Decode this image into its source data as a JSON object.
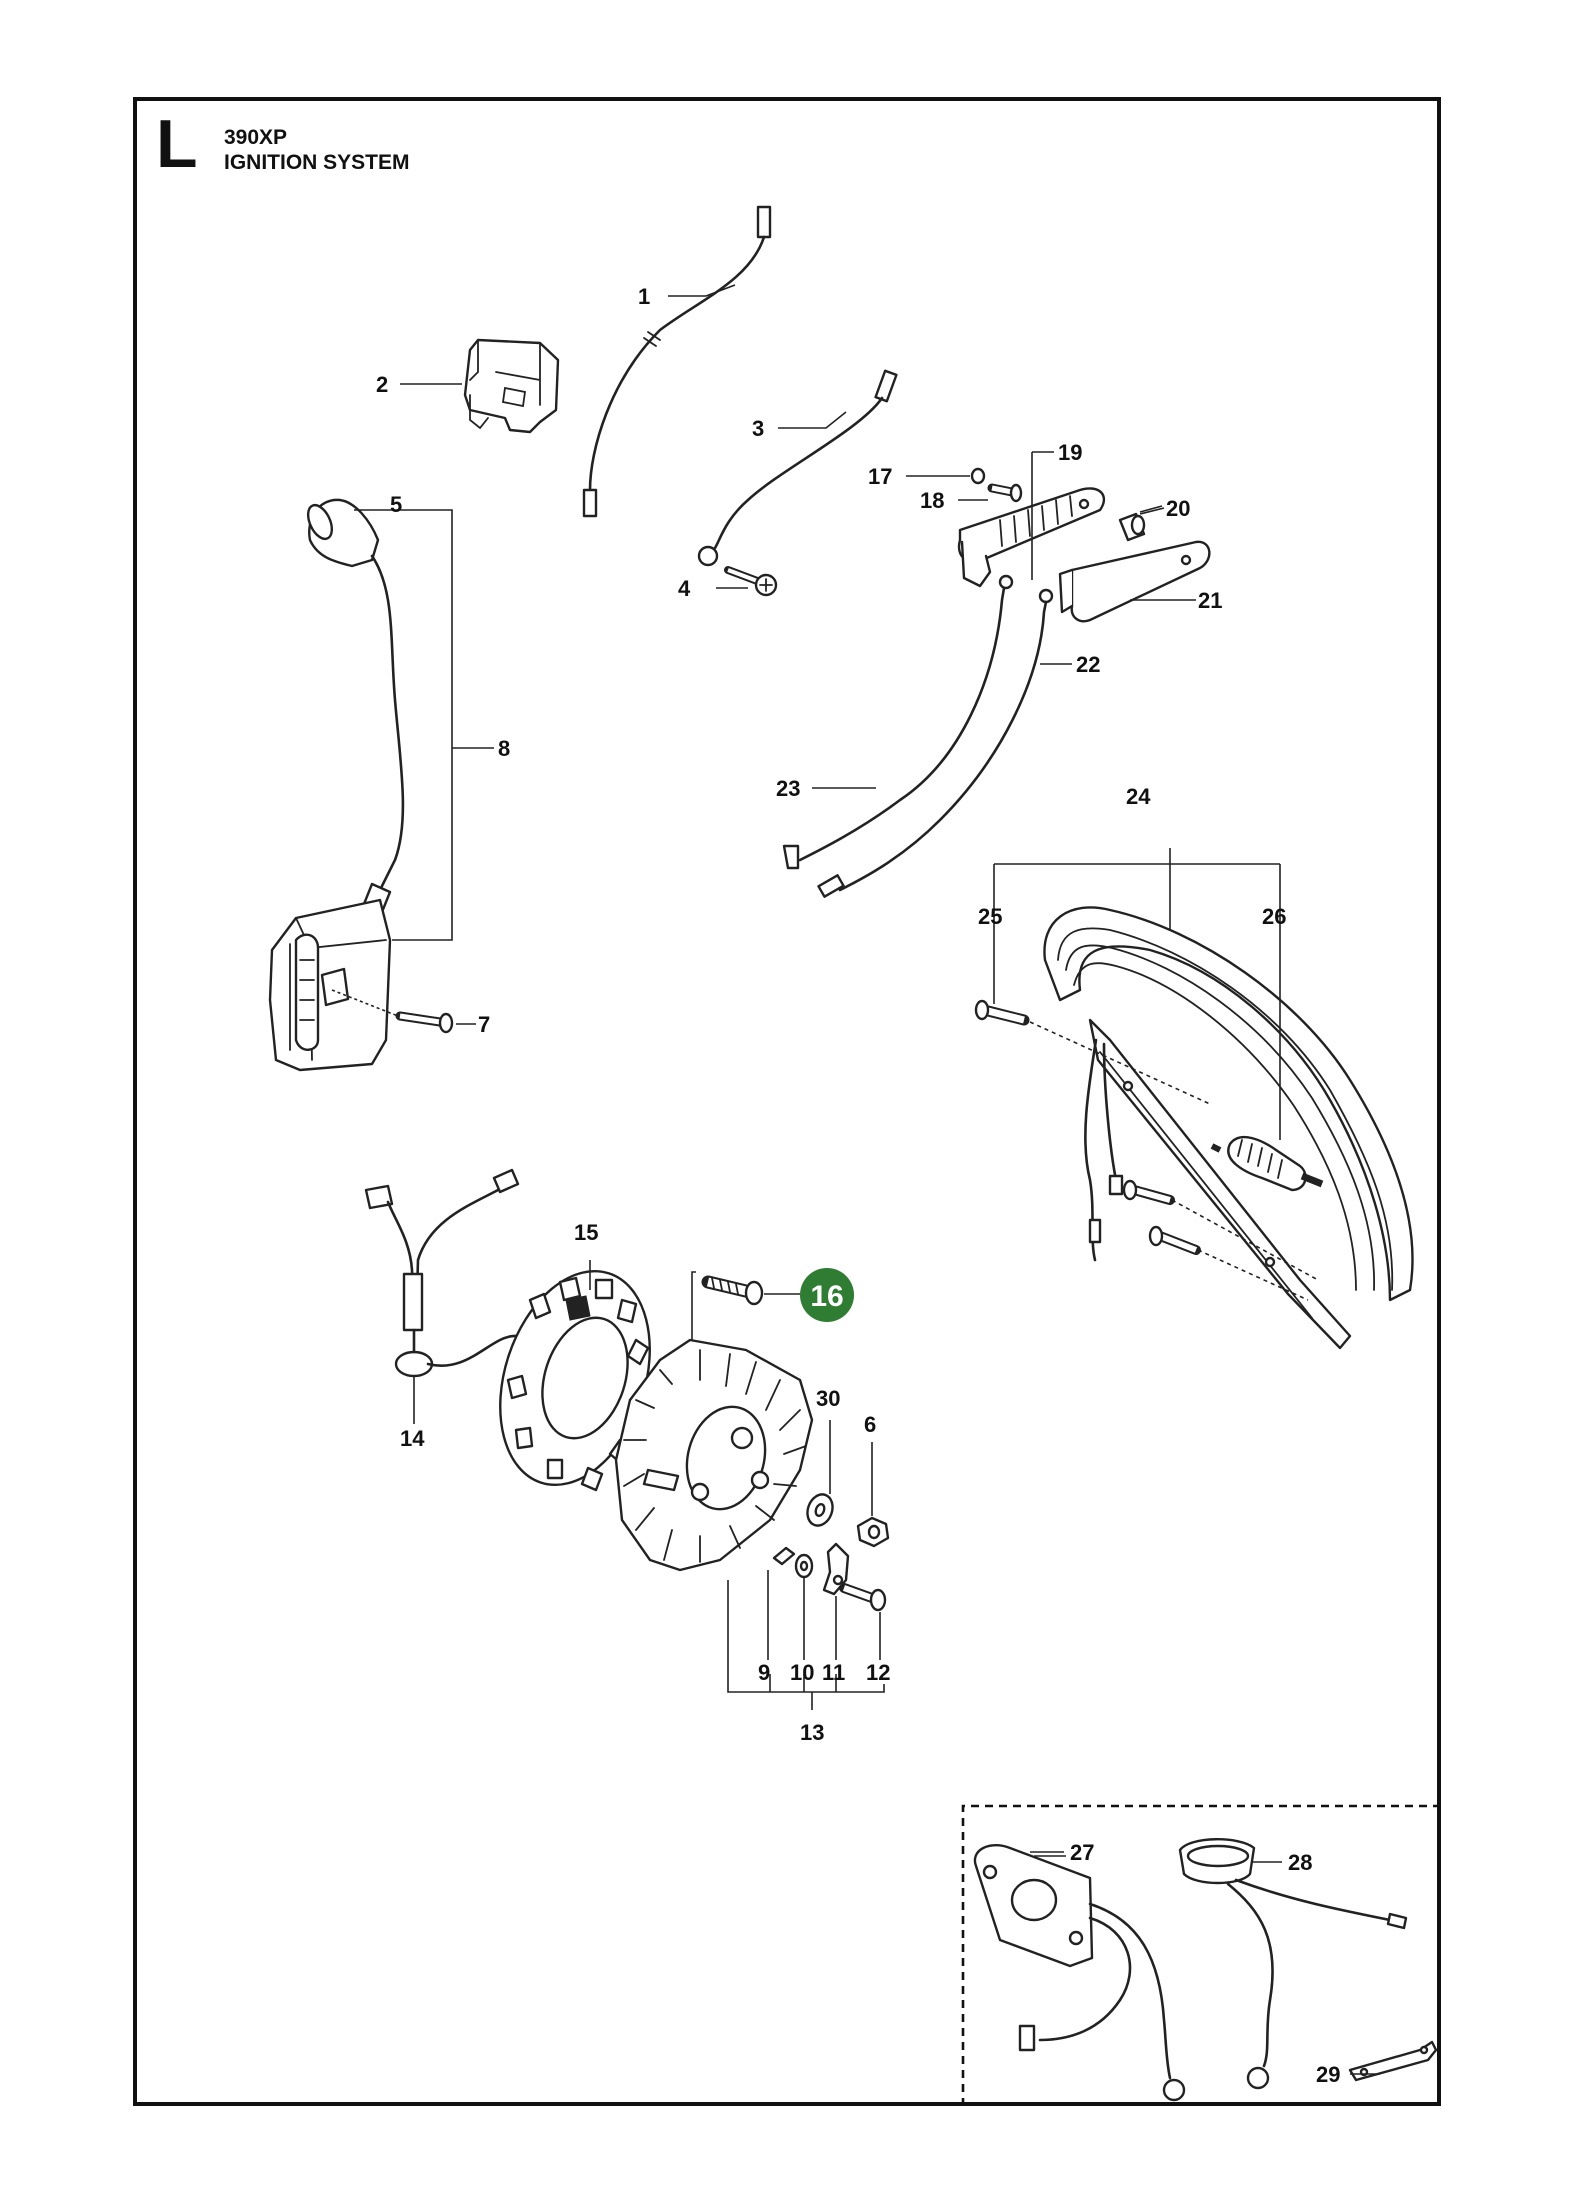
{
  "header": {
    "section_letter": "L",
    "model": "390XP",
    "title": "IGNITION SYSTEM"
  },
  "highlight": {
    "label": "16",
    "color": "#2e7d32"
  },
  "callouts": {
    "c1": "1",
    "c2": "2",
    "c3": "3",
    "c4": "4",
    "c5": "5",
    "c6": "6",
    "c7": "7",
    "c8": "8",
    "c9": "9",
    "c10": "10",
    "c11": "11",
    "c12": "12",
    "c13": "13",
    "c14": "14",
    "c15": "15",
    "c17": "17",
    "c18": "18",
    "c19": "19",
    "c20": "20",
    "c21": "21",
    "c22": "22",
    "c23": "23",
    "c24": "24",
    "c25": "25",
    "c26": "26",
    "c27": "27",
    "c28": "28",
    "c29": "29",
    "c30": "30"
  },
  "colors": {
    "line": "#222222",
    "background": "#ffffff"
  }
}
